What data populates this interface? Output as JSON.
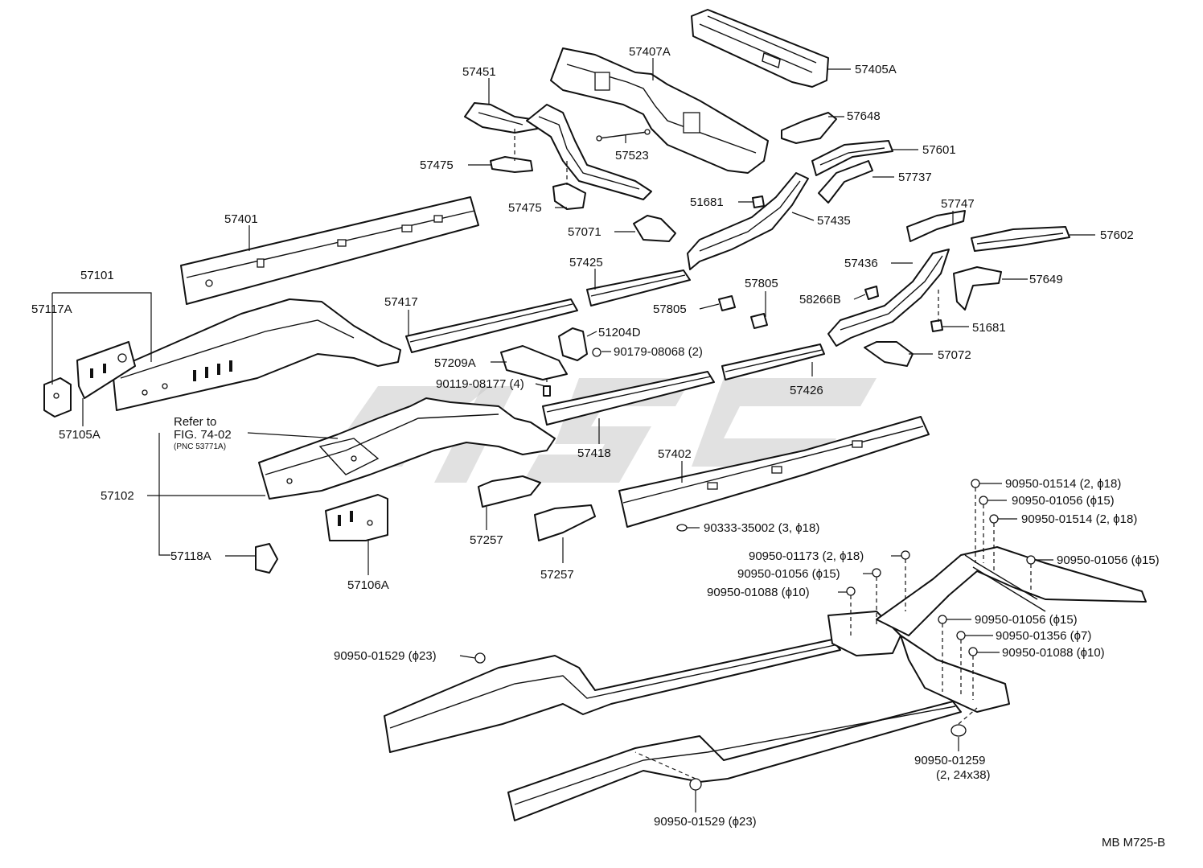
{
  "labels": {
    "p57405A": "57405A",
    "p57407A": "57407A",
    "p57451": "57451",
    "p57648": "57648",
    "p57523": "57523",
    "p57601": "57601",
    "p57475a": "57475",
    "p57737": "57737",
    "p57475b": "57475",
    "p51681a": "51681",
    "p57747": "57747",
    "p57401": "57401",
    "p57071": "57071",
    "p57435": "57435",
    "p57602": "57602",
    "p57101": "57101",
    "p57425": "57425",
    "p57436": "57436",
    "p57649": "57649",
    "p57117A": "57117A",
    "p57805a": "57805",
    "p58266B": "58266B",
    "p57417": "57417",
    "p57805b": "57805",
    "p51681b": "51681",
    "p51204D": "51204D",
    "p90179": "90179-08068 (2)",
    "p57209A": "57209A",
    "p57072": "57072",
    "p90119": "90119-08177 (4)",
    "p57426": "57426",
    "p57105A": "57105A",
    "ref_line1": "Refer to",
    "ref_line2": "FIG. 74-02",
    "ref_line3": "(PNC 53771A)",
    "p57418": "57418",
    "p57402": "57402",
    "p57102": "57102",
    "p90950_01514a": "90950-01514 (2, ϕ18)",
    "p90950_01056a": "90950-01056 (ϕ15)",
    "p90950_01514b": "90950-01514 (2, ϕ18)",
    "p57257a": "57257",
    "p90333": "90333-35002 (3, ϕ18)",
    "p57118A": "57118A",
    "p90950_01173": "90950-01173 (2, ϕ18)",
    "p90950_01056b": "90950-01056 (ϕ15)",
    "p57257b": "57257",
    "p90950_01056c": "90950-01056 (ϕ15)",
    "p57106A": "57106A",
    "p90950_01088a": "90950-01088 (ϕ10)",
    "p90950_01056d": "90950-01056 (ϕ15)",
    "p90950_01356": "90950-01356 (ϕ7)",
    "p90950_01088b": "90950-01088 (ϕ10)",
    "p90950_01529a": "90950-01529 (ϕ23)",
    "p90950_01259_l1": "90950-01259",
    "p90950_01259_l2": "(2, 24x38)",
    "p90950_01529b": "90950-01529 (ϕ23)",
    "code": "MB M725-B"
  }
}
